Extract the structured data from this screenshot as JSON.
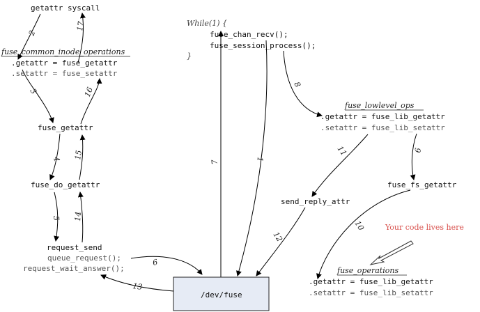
{
  "colors": {
    "note": "#d9534f",
    "box_fill": "#e6ebf5",
    "box_stroke": "#222222"
  },
  "left": {
    "syscall": "getattr syscall",
    "ops_title": "fuse_common_inode_operations",
    "ops_getattr": ".getattr = fuse_getattr",
    "ops_setattr": ".setattr = fuse_setattr",
    "fuse_getattr": "fuse_getattr",
    "fuse_do_getattr": "fuse_do_getattr",
    "request_send": "request_send",
    "queue_request": "queue_request();",
    "request_wait_answer": "request_wait_answer();"
  },
  "loop": {
    "line1": "While(1) {",
    "line2": "fuse_chan_recv();",
    "line3": "fuse_session_process();",
    "line4": "}"
  },
  "lowlevel": {
    "title": "fuse_lowlevel_ops",
    "getattr": ".getattr = fuse_lib_getattr",
    "setattr": ".setattr = fuse_lib_setattr"
  },
  "fuse_fs_getattr": "fuse_fs_getattr",
  "send_reply_attr": "send_reply_attr",
  "note": "Your code lives here",
  "operations": {
    "title": "fuse_operations",
    "getattr": ".getattr = fuse_lib_getattr",
    "setattr": ".setattr = fuse_lib_setattr"
  },
  "device": "/dev/fuse",
  "steps": [
    "1",
    "2",
    "3",
    "4",
    "5",
    "6",
    "7",
    "8",
    "9",
    "10",
    "11",
    "12",
    "13",
    "14",
    "15",
    "16",
    "17"
  ]
}
